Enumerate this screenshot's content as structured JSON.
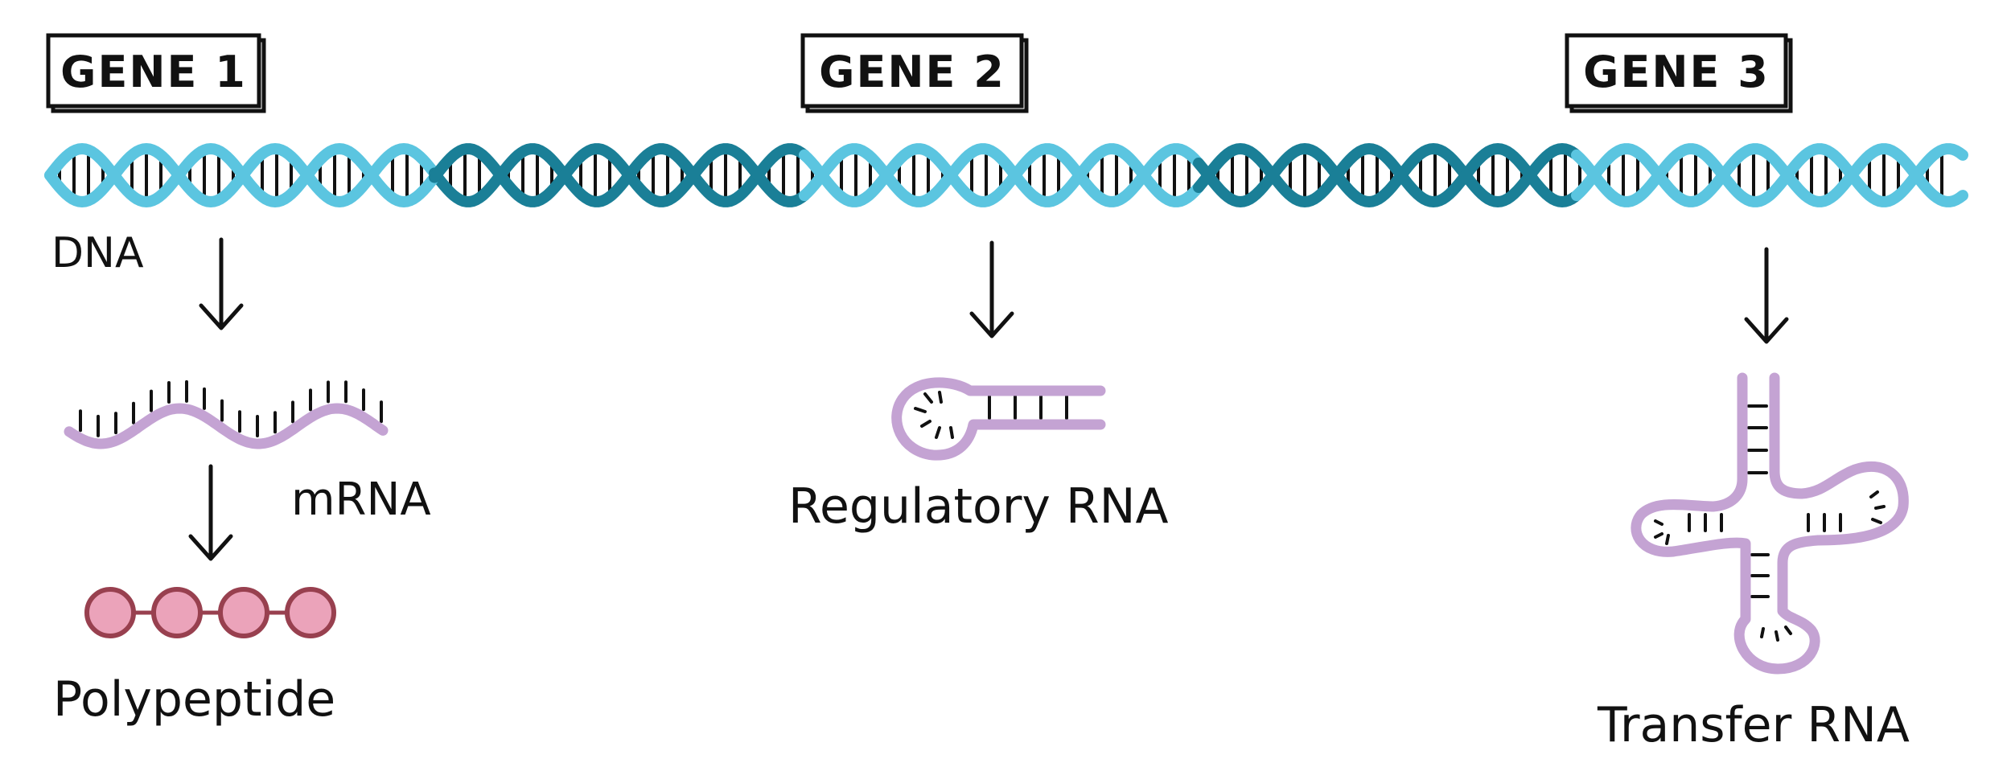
{
  "genes": [
    {
      "label": "GENE 1"
    },
    {
      "label": "GENE 2"
    },
    {
      "label": "GENE 3"
    }
  ],
  "labels": {
    "dna": "DNA",
    "mrna": "mRNA",
    "polypeptide": "Polypeptide",
    "regulatory_rna": "Regulatory RNA",
    "transfer_rna": "Transfer RNA"
  },
  "colors": {
    "dna_light": "#5bc5e0",
    "dna_dark": "#1a7f97",
    "rna": "#c4a3d3",
    "bead_fill": "#eba3ba",
    "bead_stroke": "#98404f",
    "ink": "#111111"
  }
}
